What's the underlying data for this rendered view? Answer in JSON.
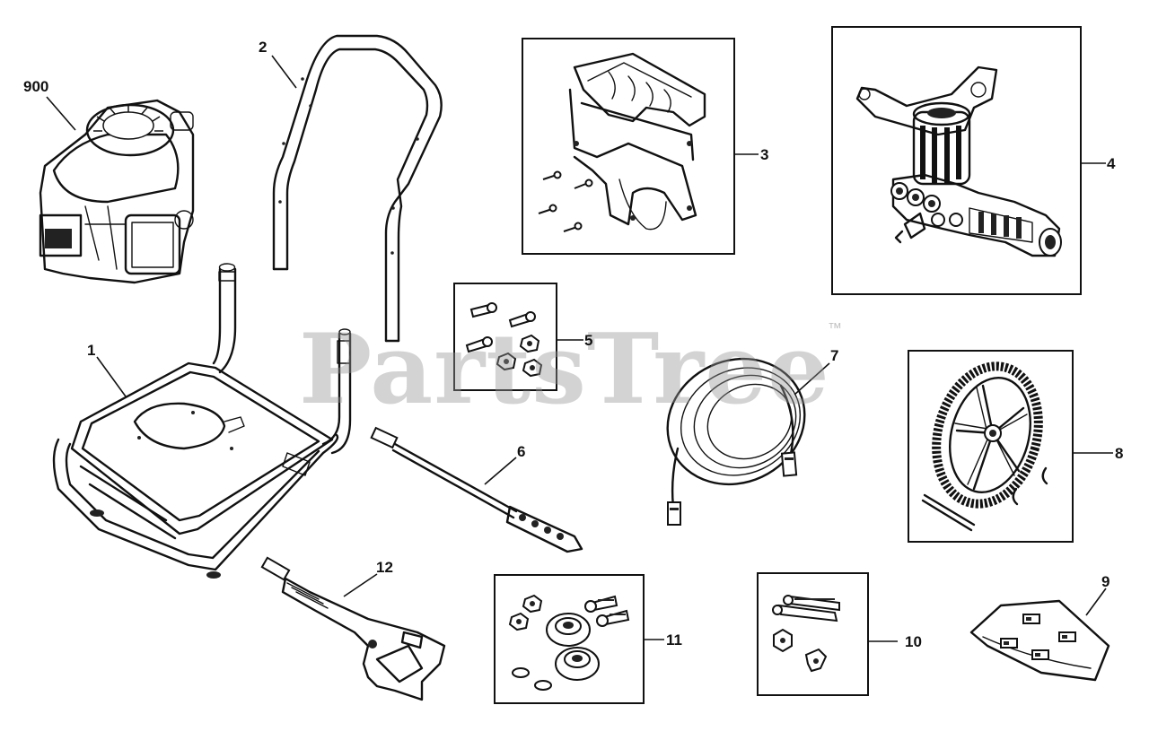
{
  "watermark": {
    "text": "PartsTree",
    "trademark": "™"
  },
  "callouts": {
    "c900": "900",
    "c2": "2",
    "c3": "3",
    "c4": "4",
    "c1": "1",
    "c5": "5",
    "c7": "7",
    "c6": "6",
    "c8": "8",
    "c12": "12",
    "c9": "9",
    "c11": "11",
    "c10": "10"
  }
}
